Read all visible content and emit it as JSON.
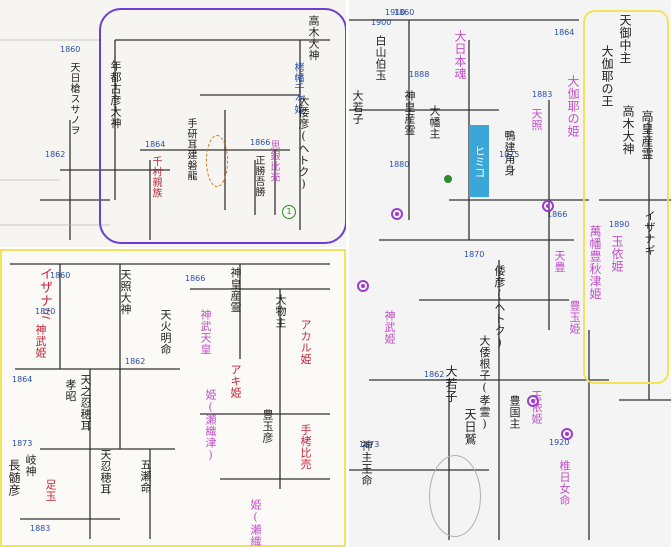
{
  "top_left": {
    "top_right_name": "高木大神",
    "blue_name": "栲幡千々姫",
    "main_names": [
      "大倭彦(ヘトク)",
      "年都古彦大神",
      "天日槍スサノヲ"
    ],
    "sub_names": [
      "手研耳建磐龍",
      "正勝吾勝"
    ],
    "colored_names": [
      "千村親族",
      "思銀比売"
    ],
    "years": [
      "1860",
      "1862",
      "1864",
      "1866"
    ]
  },
  "bottom_left": {
    "top_names": [
      "イザナミ",
      "天照大神",
      "神皇産霊",
      "大物主"
    ],
    "names_mid": [
      "天之忍穂耳",
      "天忍穂耳",
      "天火明命",
      "五瀬命",
      "神武天皇"
    ],
    "names_low": [
      "孝昭",
      "岐神",
      "足玉",
      "長髄彦"
    ],
    "red_names": [
      "神武姫",
      "アカル姫",
      "豊玉彦",
      "手栲比売"
    ],
    "mag_names": [
      "姫(瀬織津)",
      "アキ姫",
      "姫(瀬織)"
    ],
    "years": [
      "1860",
      "1862",
      "1864",
      "1866",
      "1870",
      "1873",
      "1883"
    ]
  },
  "right": {
    "col_names": [
      "白山伯玉",
      "大若子",
      "神皇産霊",
      "大幡主",
      "大日本魂",
      "ヒミコ",
      "鴨建角身",
      "倭彦(ヘトク)",
      "大倭根子(孝霊)"
    ],
    "yellow_box_names": [
      "天御中主",
      "大伽耶の王",
      "高木大神",
      "高皇産霊",
      "萬幡豊秋津姫",
      "玉依姫",
      "イザナギ"
    ],
    "mag_names": [
      "大伽耶の姫",
      "天照",
      "天豊",
      "玉依姫",
      "神武姫",
      "豊玉姫"
    ],
    "low_names": [
      "天日鷲",
      "大若子",
      "神主王命",
      "豊国主",
      "椎日女命"
    ],
    "years": [
      "1860",
      "1862",
      "1864",
      "1866",
      "1870",
      "1873",
      "1875",
      "1880",
      "1883",
      "1888",
      "1890",
      "1900",
      "1910",
      "1920"
    ]
  }
}
